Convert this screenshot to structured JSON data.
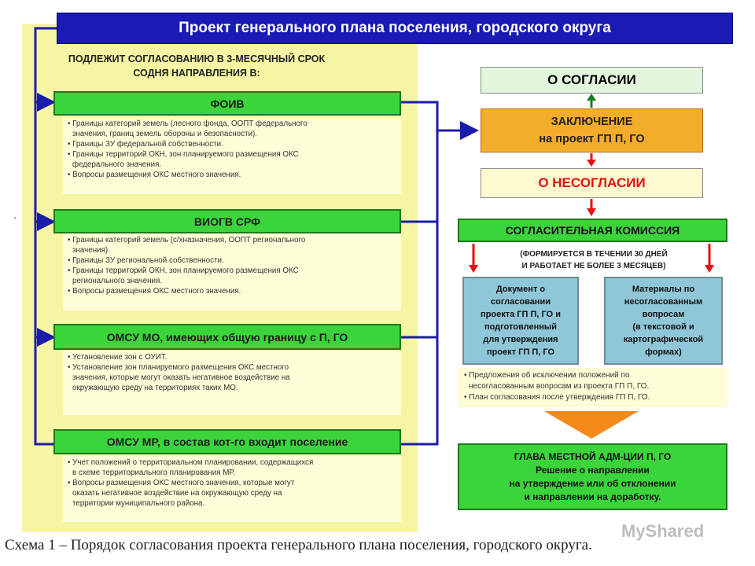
{
  "header": {
    "title": "Проект генерального плана поселения, городского округа"
  },
  "left": {
    "intro": "ПОДЛЕЖИТ СОГЛАСОВАНИЮ В 3-МЕСЯЧНЫЙ СРОК\nСОДНЯ НАПРАВЛЕНИЯ В:",
    "dot": ".",
    "sections": [
      {
        "title": "ФОИВ",
        "items": [
          "• Границы категорий земель (лесного фонда, ООПТ федерального",
          "значения, границ земель обороны и безопасности).",
          "• Границы ЗУ федеральной собственности.",
          "• Границы территорий ОКН, зон планируемого размещения ОКС",
          "федерального значения.",
          "• Вопросы размещения ОКС местного значения."
        ]
      },
      {
        "title": "ВИОГВ СРФ",
        "items": [
          "• Границы категорий земель (с/хназначения, ООПТ регионального",
          "значения).",
          "• Границы ЗУ региональной собственности.",
          "• Границы территорий ОКН, зон планируемого размещения ОКС",
          "регионального значения.",
          "• Вопросы размещения ОКС местного значения."
        ]
      },
      {
        "title": "ОМСУ МО, имеющих общую границу с П, ГО",
        "items": [
          "• Установление зон с ОУИТ.",
          "• Установление зон планируемого размещения ОКС местного",
          "значения, которые могут оказать негативное воздействие на",
          "окружающую среду на территориях таких МО."
        ]
      },
      {
        "title": "ОМСУ МР, в состав кот-го входит поселение",
        "items": [
          "• Учет положений о территориальном планировании, содержащихся",
          "в схеме территориального планирования МР.",
          "• Вопросы размещения ОКС местного значения,  которые могут",
          "оказать негативное воздействие на окружающую среду на",
          "территории муниципального района."
        ]
      }
    ]
  },
  "right": {
    "soglasii": "О СОГЛАСИИ",
    "zakl": "ЗАКЛЮЧЕНИЕ\nна проект ГП П, ГО",
    "nesoglasii": "О НЕСОГЛАСИИ",
    "komissia": "СОГЛАСИТЕЛЬНАЯ КОМИССИЯ",
    "komissia_note": "(ФОРМИРУЕТСЯ В ТЕЧЕНИИ 30 ДНЕЙ\nИ РАБОТАЕТ НЕ БОЛЕЕ 3 МЕСЯЦЕВ)",
    "doc_box": "Документ о\nсогласовании\nпроекта ГП П, ГО и\nподготовленный\nдля утверждения\nпроект ГП П, ГО",
    "mat_box": "Материалы по\nнесогласованным\nвопросам\n(в текстовой и\nкартографической\nформах)",
    "bottom_items": [
      "• Предложения об исключении положений по",
      "несогласованным вопросам из проекта ГП П, ГО.",
      "• План согласования после утверждения ГП П, ГО."
    ],
    "glava": "ГЛАВА МЕСТНОЙ АДМ-ЦИИ П, ГО\nРешение о направлении\nна утверждение или об отклонении\nи направлении на доработку."
  },
  "caption": "Схема 1 – Порядок согласования проекта генерального плана поселения, городского округа.",
  "watermark": "MyShared",
  "colors": {
    "panel": "#f5f5a3",
    "header": "#1a1ab4",
    "green": "#3bd43b",
    "orange": "#f4ad2b",
    "red": "#e81010",
    "blue_box": "#8fc7d8",
    "connector": "#1c1caa"
  }
}
